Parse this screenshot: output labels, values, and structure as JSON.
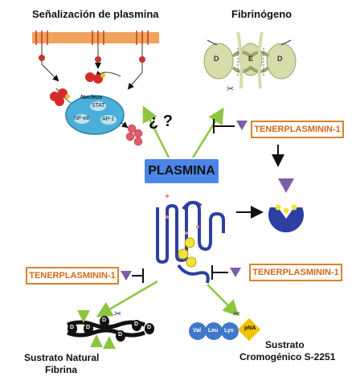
{
  "labels": {
    "signaling_title": "Señalización de plasmina",
    "fibrinogen_title": "Fibrinógeno",
    "plasmina": "PLASMINA",
    "question": "¿ ?",
    "nucleus": "Nucleus",
    "stat": "STAT",
    "nfkb": "NF-κB",
    "ap1": "AP-1",
    "tenerplasminin_top": "TENERPLASMININ-1",
    "tenerplasminin_left": "TENERPLASMININ-1",
    "tenerplasminin_right": "TENERPLASMININ-1",
    "substrate_natural_line1": "Sustrato Natural",
    "substrate_natural_line2": "Fibrina",
    "substrate_chromo_line1": "Sustrato",
    "substrate_chromo_line2": "Cromogénico S-2251",
    "val": "Val",
    "leu": "Leu",
    "lys": "Lys",
    "pna": "pNA",
    "domain_d": "D",
    "domain_e": "E",
    "cut": "✂"
  },
  "colors": {
    "arrow_green": "#8cc63f",
    "tp_orange": "#d9822b",
    "plasmina_blue": "#4a86e8",
    "inhibitor_purple": "#7b5ea7",
    "membrane_orange": "#f0a35a",
    "nucleus_blue": "#4ab0d9",
    "receptor_red": "#c0392b",
    "fibrinogen_green": "#d6dcaa",
    "peptide_blue": "#3f78c9",
    "pna_yellow": "#f2c200"
  }
}
